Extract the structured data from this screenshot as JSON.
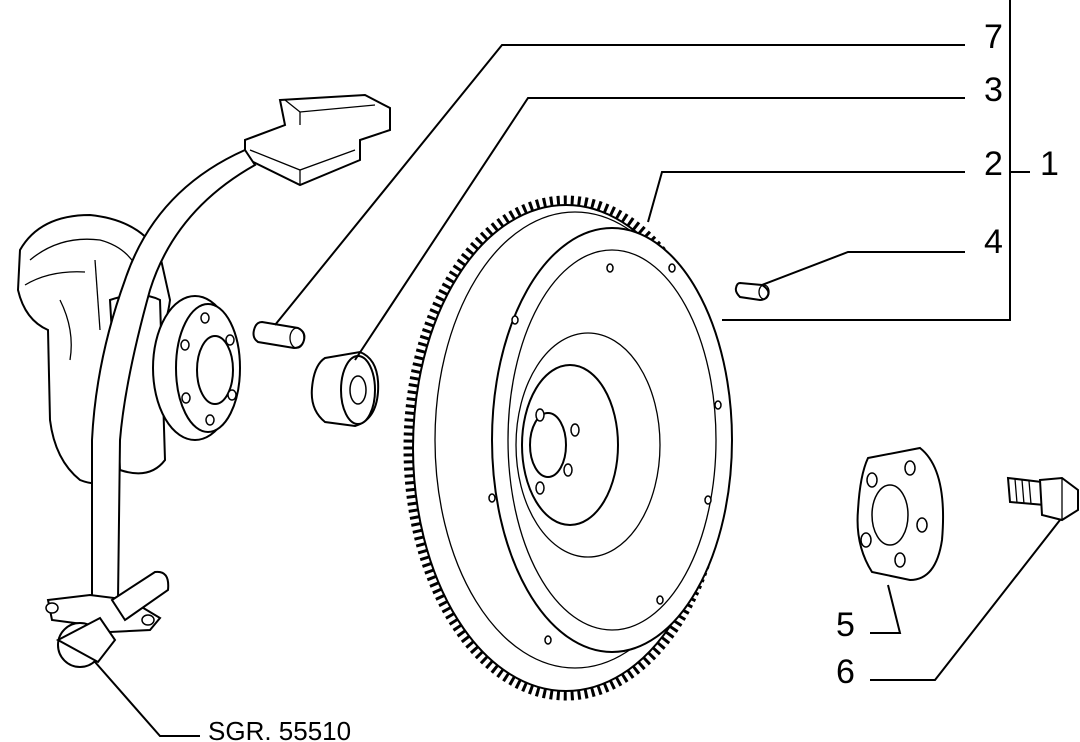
{
  "callouts": [
    {
      "id": "7",
      "label": "7"
    },
    {
      "id": "3",
      "label": "3"
    },
    {
      "id": "2",
      "label": "2"
    },
    {
      "id": "1",
      "label": "1"
    },
    {
      "id": "4",
      "label": "4"
    },
    {
      "id": "5",
      "label": "5"
    },
    {
      "id": "6",
      "label": "6"
    }
  ],
  "reference": {
    "label": "SGR. 55510"
  }
}
